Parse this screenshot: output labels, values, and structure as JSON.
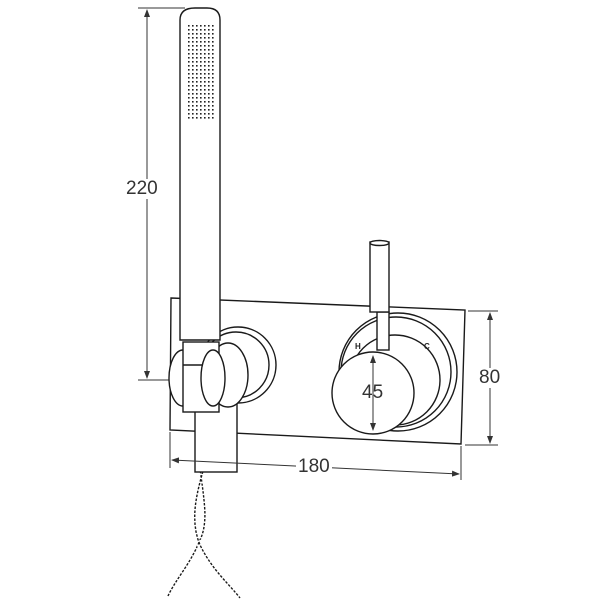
{
  "dimensions": {
    "height_total": "220",
    "width_plate": "180",
    "height_plate": "80",
    "knob_diameter": "45"
  },
  "markings": {
    "hot": "H",
    "cold": "C"
  }
}
